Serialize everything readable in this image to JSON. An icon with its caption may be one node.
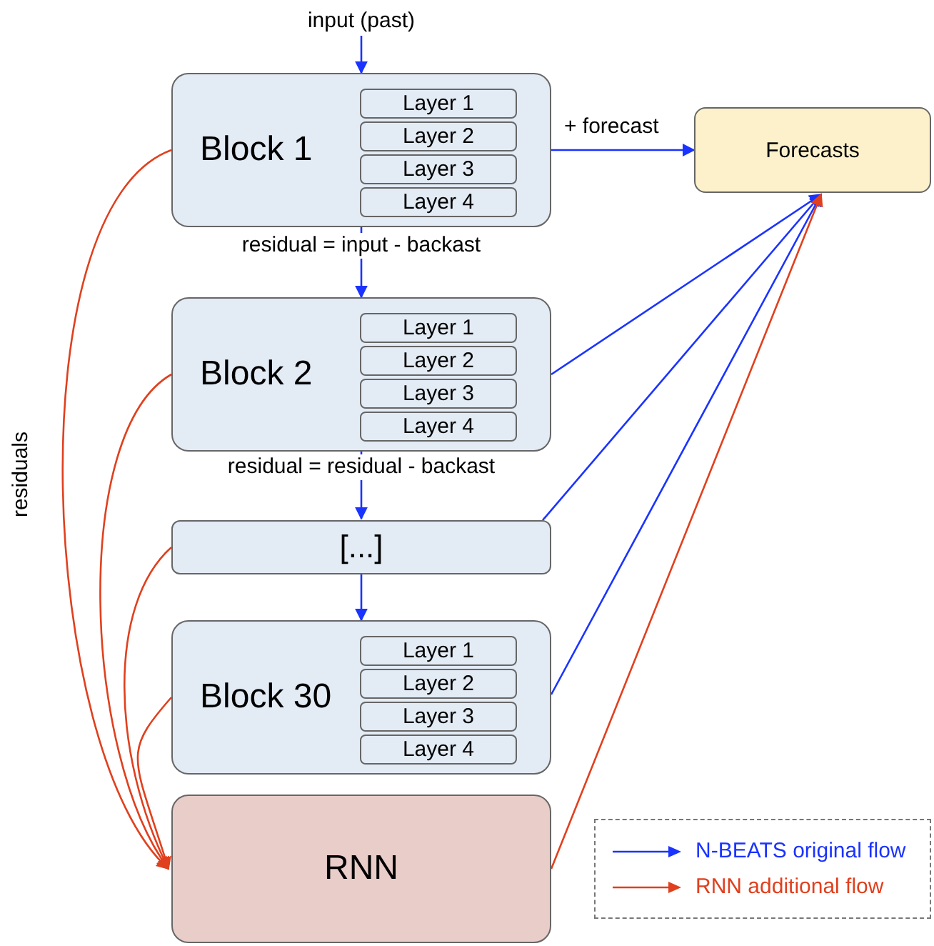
{
  "diagram": {
    "nodes": [
      {
        "text": [
          "input (past)"
        ]
      },
      {
        "text": [
          "Block 1"
        ]
      },
      {
        "text": [
          "Layer 1"
        ],
        "in": 1
      },
      {
        "text": [
          "Layer 2"
        ],
        "in": 1
      },
      {
        "text": [
          "Layer 3"
        ],
        "in": 1
      },
      {
        "text": [
          "Layer 4"
        ],
        "in": 1
      },
      {
        "text": [
          "Forecasts"
        ]
      },
      {
        "text": [
          "Block 2"
        ]
      },
      {
        "text": [
          "Layer 1"
        ],
        "in": 7
      },
      {
        "text": [
          "Layer 2"
        ],
        "in": 7
      },
      {
        "text": [
          "Layer 3"
        ],
        "in": 7
      },
      {
        "text": [
          "Layer 4"
        ],
        "in": 7
      },
      {
        "text": [
          "[...]"
        ]
      },
      {
        "text": [
          "Block 30"
        ]
      },
      {
        "text": [
          "Layer 1"
        ],
        "in": 13
      },
      {
        "text": [
          "Layer 2"
        ],
        "in": 13
      },
      {
        "text": [
          "Layer 3"
        ],
        "in": 13
      },
      {
        "text": [
          "Layer 4"
        ],
        "in": 13
      },
      {
        "text": [
          "RNN"
        ]
      }
    ],
    "edges": [
      {
        "from": 0,
        "to": 1,
        "arrow": "to"
      },
      {
        "from": 1,
        "to": 6,
        "arrow": "to",
        "label": "+ forecast"
      },
      {
        "from": 1,
        "to": 7,
        "arrow": "to",
        "label": "residual = input - backast"
      },
      {
        "from": 7,
        "to": 12,
        "arrow": "to",
        "label": "residual = residual - backast"
      },
      {
        "from": 12,
        "to": 13,
        "arrow": "to"
      },
      {
        "from": 7,
        "to": 6,
        "arrow": "to"
      },
      {
        "from": 12,
        "to": 6,
        "arrow": "to"
      },
      {
        "from": 13,
        "to": 6,
        "arrow": "to"
      },
      {
        "from": 18,
        "to": 6,
        "arrow": "to",
        "color": "#e0401e"
      },
      {
        "from": 1,
        "to": 18,
        "arrow": "to",
        "label": "residuals",
        "color": "#e0401e"
      },
      {
        "from": 7,
        "to": 18,
        "arrow": "to",
        "color": "#e0401e"
      },
      {
        "from": 12,
        "to": 18,
        "arrow": "to",
        "color": "#e0401e"
      },
      {
        "from": 13,
        "to": 18,
        "arrow": "to",
        "color": "#e0401e"
      }
    ],
    "legend": [
      {
        "text": "N-BEATS original flow"
      },
      {
        "text": "RNN additional flow"
      }
    ]
  }
}
